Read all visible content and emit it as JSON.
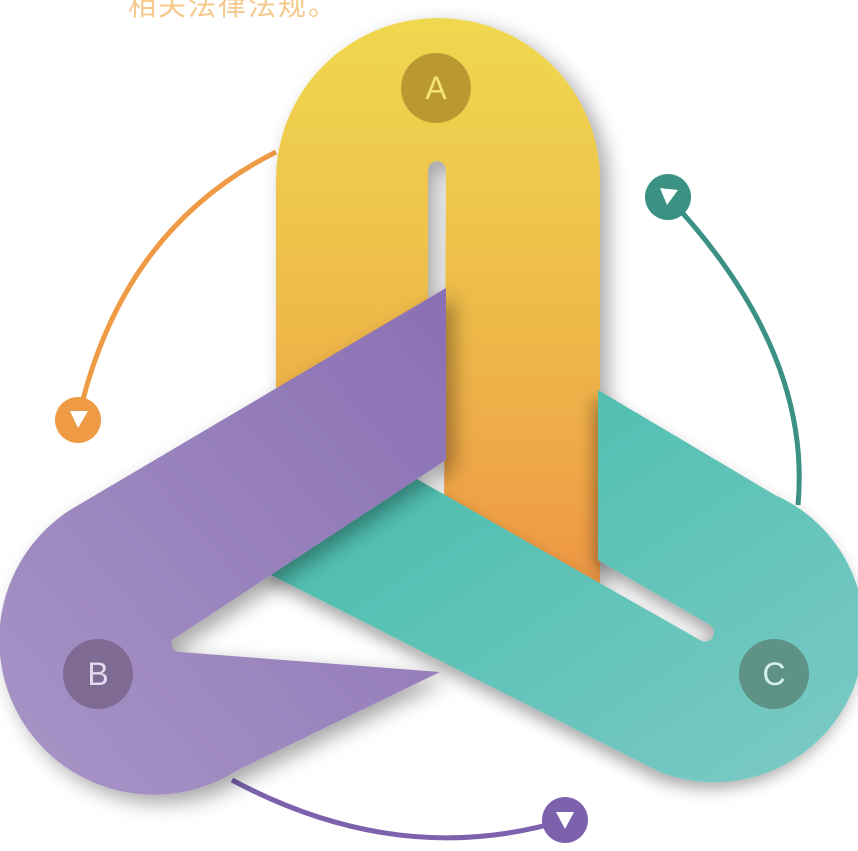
{
  "caption": "相关法律法规。",
  "nodes": {
    "a": {
      "label": "A"
    },
    "b": {
      "label": "B"
    },
    "c": {
      "label": "C"
    }
  },
  "colors": {
    "yellow": "#efd24f",
    "orange": "#ef9a44",
    "purple": "#9179b7",
    "teal": "#48bfb1",
    "teal_arrow": "#3a9184",
    "purple_arrow": "#7c62ad",
    "orange_arrow": "#ef9a44"
  },
  "icons": [
    "arrow-triangle-icon"
  ]
}
